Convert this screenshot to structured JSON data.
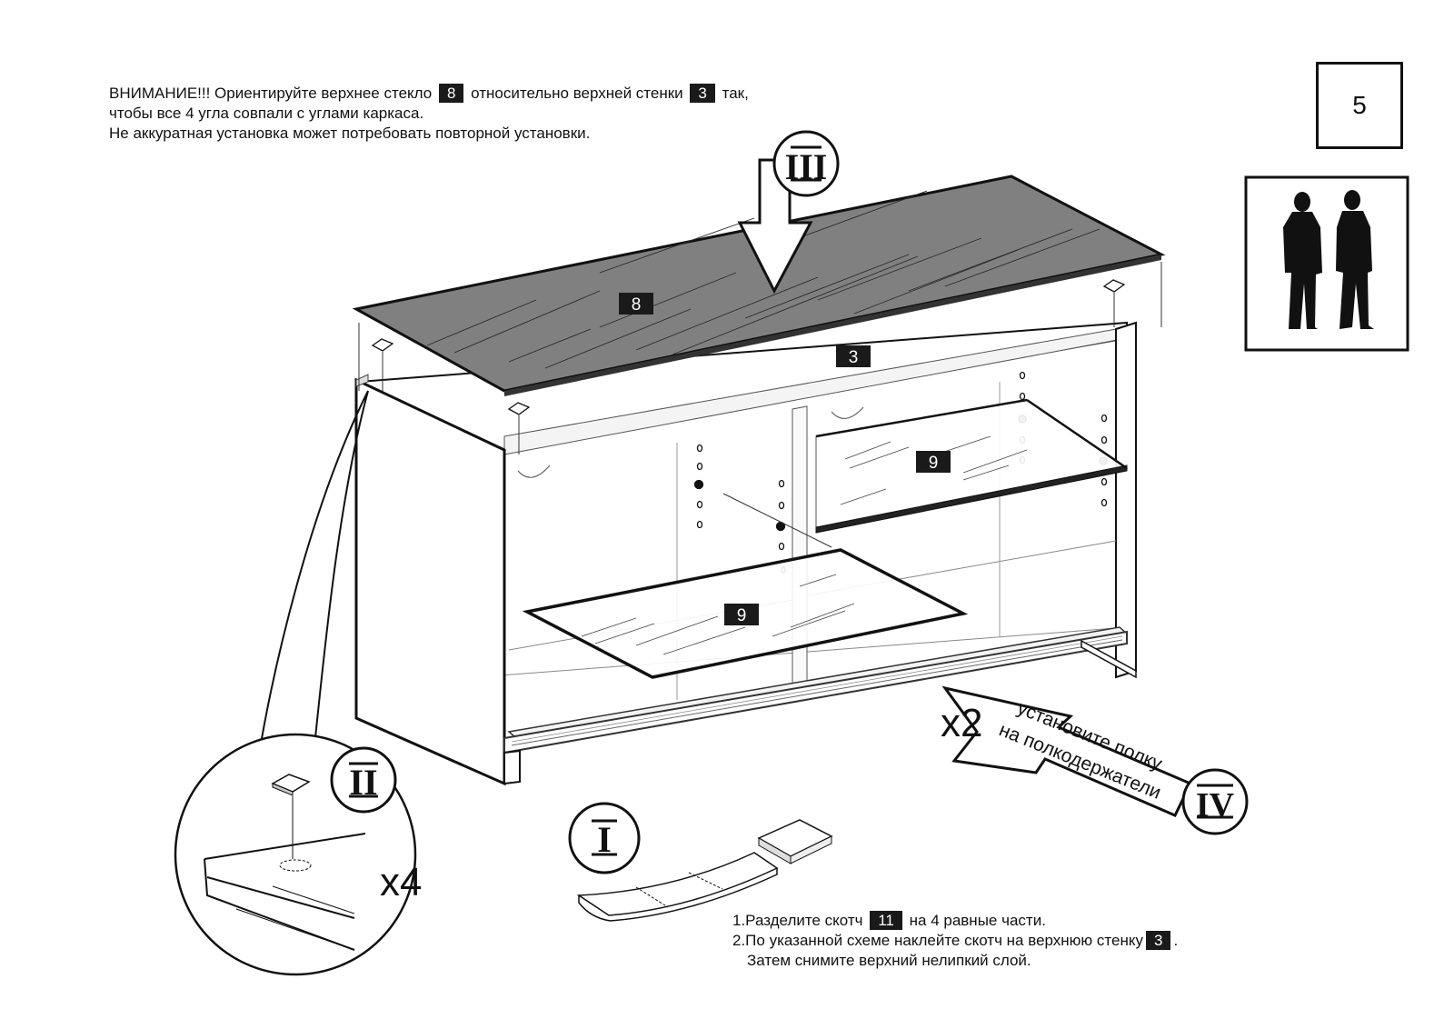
{
  "page_number": "5",
  "warning": {
    "line1_a": "ВНИМАНИЕ!!! Ориентируйте верхнее стекло",
    "line1_tag1": "8",
    "line1_b": "относительно верхней стенки",
    "line1_tag2": "3",
    "line1_c": "так,",
    "line2": "чтобы все 4 угла совпали с углами каркаса.",
    "line3": "Не аккуратная установка может потребовать повторной установки."
  },
  "steps": {
    "step1_a": "1.Разделите скотч",
    "step1_tag": "11",
    "step1_b": "на 4 равные части.",
    "step2_a": "2.По указанной схеме наклейте скотч на верхнюю стенку",
    "step2_tag": "3",
    "step2_b": ".",
    "step2_cont": "Затем снимите верхний нелипкий слой."
  },
  "stage_markers": {
    "I": "I",
    "II": "II",
    "III": "III",
    "IV": "IV"
  },
  "part_labels": {
    "top_glass": "8",
    "top_panel": "3",
    "shelf_right": "9",
    "shelf_left": "9"
  },
  "multipliers": {
    "tape_pads": "x4",
    "shelves": "x2"
  },
  "arrow_text": {
    "line1": "установите полку",
    "line2": "на полкодержатели"
  },
  "icons": [
    "two-persons-icon"
  ]
}
